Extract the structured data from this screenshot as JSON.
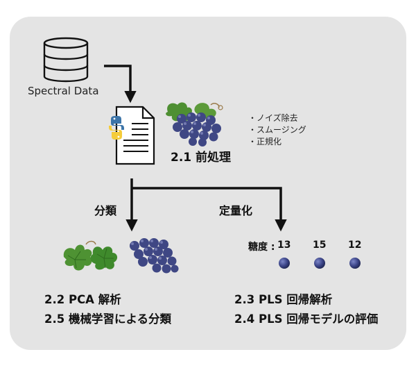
{
  "source": {
    "label": "Spectral Data"
  },
  "preprocess": {
    "title": "2.1 前処理",
    "steps": [
      "・ノイズ除去",
      "・スムージング",
      "・正規化"
    ]
  },
  "branches": {
    "left_label": "分類",
    "right_label": "定量化"
  },
  "sugar": {
    "label": "糖度 :",
    "values": [
      "13",
      "15",
      "12"
    ]
  },
  "analyses": {
    "left": [
      "2.2 PCA 解析",
      "2.5 機械学習による分類"
    ],
    "right": [
      "2.3 PLS 回帰解析",
      "2.4 PLS 回帰モデルの評価"
    ]
  }
}
